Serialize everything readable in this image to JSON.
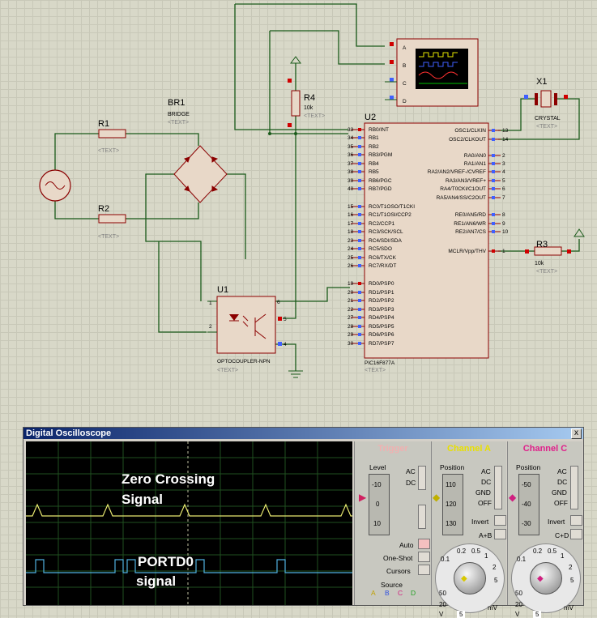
{
  "schematic": {
    "components": {
      "r1": {
        "ref": "R1",
        "text": "<TEXT>"
      },
      "r2": {
        "ref": "R2",
        "text": "<TEXT>"
      },
      "br1": {
        "ref": "BR1",
        "value": "BRIDGE",
        "text": "<TEXT>"
      },
      "r4": {
        "ref": "R4",
        "value": "10k",
        "text": "<TEXT>"
      },
      "r3": {
        "ref": "R3",
        "value": "10k",
        "text": "<TEXT>"
      },
      "x1": {
        "ref": "X1",
        "value": "CRYSTAL",
        "text": "<TEXT>"
      },
      "u1": {
        "ref": "U1",
        "value": "OPTOCOUPLER-NPN",
        "text": "<TEXT>",
        "pins": {
          "p1": "1",
          "p2": "2",
          "p4": "4",
          "p5": "5",
          "p6": "6"
        }
      },
      "u2": {
        "ref": "U2",
        "value": "PIC16F877A",
        "text": "<TEXT>"
      },
      "scope_ports": [
        "A",
        "B",
        "C",
        "D"
      ]
    },
    "u2_left_pins": [
      {
        "num": "33",
        "name": "RB0/INT"
      },
      {
        "num": "34",
        "name": "RB1"
      },
      {
        "num": "35",
        "name": "RB2"
      },
      {
        "num": "36",
        "name": "RB3/PGM"
      },
      {
        "num": "37",
        "name": "RB4"
      },
      {
        "num": "38",
        "name": "RB5"
      },
      {
        "num": "39",
        "name": "RB6/PGC"
      },
      {
        "num": "40",
        "name": "RB7/PGD"
      },
      {
        "num": "15",
        "name": "RC0/T1OSO/T1CKI"
      },
      {
        "num": "16",
        "name": "RC1/T1OSI/CCP2"
      },
      {
        "num": "17",
        "name": "RC2/CCP1"
      },
      {
        "num": "18",
        "name": "RC3/SCK/SCL"
      },
      {
        "num": "23",
        "name": "RC4/SDI/SDA"
      },
      {
        "num": "24",
        "name": "RC5/SDO"
      },
      {
        "num": "25",
        "name": "RC6/TX/CK"
      },
      {
        "num": "26",
        "name": "RC7/RX/DT"
      },
      {
        "num": "19",
        "name": "RD0/PSP0"
      },
      {
        "num": "20",
        "name": "RD1/PSP1"
      },
      {
        "num": "21",
        "name": "RD2/PSP2"
      },
      {
        "num": "22",
        "name": "RD3/PSP3"
      },
      {
        "num": "27",
        "name": "RD4/PSP4"
      },
      {
        "num": "28",
        "name": "RD5/PSP5"
      },
      {
        "num": "29",
        "name": "RD6/PSP6"
      },
      {
        "num": "30",
        "name": "RD7/PSP7"
      }
    ],
    "u2_right_pins": [
      {
        "num": "13",
        "name": "OSC1/CLKIN"
      },
      {
        "num": "14",
        "name": "OSC2/CLKOUT"
      },
      {
        "num": "2",
        "name": "RA0/AN0"
      },
      {
        "num": "3",
        "name": "RA1/AN1"
      },
      {
        "num": "4",
        "name": "RA2/AN2/VREF-/CVREF"
      },
      {
        "num": "5",
        "name": "RA3/AN3/VREF+"
      },
      {
        "num": "6",
        "name": "RA4/T0CKI/C1OUT"
      },
      {
        "num": "7",
        "name": "RA5/AN4/SS/C2OUT"
      },
      {
        "num": "8",
        "name": "RE0/AN5/RD"
      },
      {
        "num": "9",
        "name": "RE1/AN6/WR"
      },
      {
        "num": "10",
        "name": "RE2/AN7/CS"
      },
      {
        "num": "1",
        "name": "MCLR/Vpp/THV"
      }
    ]
  },
  "oscilloscope": {
    "title": "Digital Oscilloscope",
    "close": "x",
    "screen": {
      "zero_crossing_label_1": "Zero Crossing",
      "zero_crossing_label_2": "Signal",
      "portd0_label_1": "PORTD0",
      "portd0_label_2": "signal",
      "trace_a_color": "#e8e870",
      "trace_c_color": "#50b0e0"
    },
    "trigger": {
      "header": "Trigger",
      "level_label": "Level",
      "scale": [
        "-10",
        "0",
        "10"
      ],
      "ac": "AC",
      "dc": "DC",
      "auto": "Auto",
      "one_shot": "One-Shot",
      "cursors": "Cursors",
      "source_label": "Source",
      "sources": [
        "A",
        "B",
        "C",
        "D"
      ]
    },
    "channel_a": {
      "header": "Channel A",
      "header_color": "#e8e000",
      "position_label": "Position",
      "scale": [
        "110",
        "120",
        "130"
      ],
      "ac": "AC",
      "dc": "DC",
      "gnd": "GND",
      "off": "OFF",
      "invert": "Invert",
      "sum": "A+B",
      "dial_ticks": [
        "0.2",
        "0.5",
        "1",
        "2",
        "0.1",
        "5",
        "50",
        "20",
        "mV",
        "V",
        "5"
      ]
    },
    "channel_c": {
      "header": "Channel C",
      "header_color": "#e0208a",
      "position_label": "Position",
      "scale": [
        "-50",
        "-40",
        "-30"
      ],
      "ac": "AC",
      "dc": "DC",
      "gnd": "GND",
      "off": "OFF",
      "invert": "Invert",
      "sum": "C+D",
      "dial_ticks": [
        "0.2",
        "0.5",
        "1",
        "2",
        "0.1",
        "5",
        "50",
        "20",
        "mV",
        "V",
        "5"
      ]
    }
  }
}
